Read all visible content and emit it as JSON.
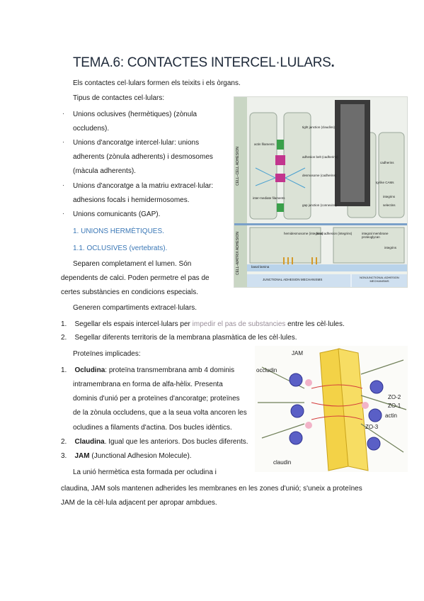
{
  "title": "TEMA.6: CONTACTES INTERCEL·LULARS",
  "title_dot": ".",
  "intro": "Els contactes cel·lulars formen els teixits i els òrgans.",
  "types_heading": "Tipus de contactes cel·lulars:",
  "types": [
    {
      "line1": "Unions oclusives (hermètiques)  (zònula",
      "line2": "occludens)."
    },
    {
      "line1": "Unions d'ancoratge intercel·lular:  unions",
      "line2": "adherents  (zònula adherents)  i desmosomes",
      "line3": "(màcula adherents)."
    },
    {
      "line1": "Unions d'ancoratge a la matriu extracel·lular:",
      "line2": "adhesions focals i hemidermosomes."
    },
    {
      "line1": "Unions comunicants (GAP)."
    }
  ],
  "section1": "1.  UNIONS HERMÈTIQUES.",
  "section1_1": "1.1.  OCLUSIVES (vertebrats).",
  "para1": [
    "Separen  completament  el lumen.  Són",
    "dependents  de  calci. Poden permetre  el pas de",
    "certes substàncies  en condicions especials."
  ],
  "para2": "Generen  compartiments  extracel·lulars.",
  "numbered1": [
    {
      "num": "1.",
      "pre": "Segellar els espais intercel·lulars per ",
      "grey": "impedir el pas de substancies",
      "post": " entre les cèl·lules."
    },
    {
      "num": "2.",
      "pre": "Segellar diferents territoris de la membrana  plasmàtica de les cèl·lules.",
      "grey": "",
      "post": ""
    }
  ],
  "proteins_heading": "Proteïnes  implicades:",
  "proteins": [
    {
      "num": "1.",
      "name": "Ocludina",
      "text": ": proteïna transmembrana  amb 4 dominis",
      "cont": [
        "intramembrana  en forma de alfa-hèlix. Presenta",
        "dominis  d'unió  per a proteïnes d'ancoratge; proteïnes",
        "de la zònula occludens,  que  a la seua volta ancoren les",
        "ocludines  a filaments  d'actina. Dos bucles  idèntics."
      ]
    },
    {
      "num": "2.",
      "name": "Claudina",
      "text": ". Igual que les anteriors.  Dos bucles diferents.",
      "cont": []
    },
    {
      "num": "3.",
      "name": "JAM",
      "text": " (Junctional  Adhesion Molecule).",
      "cont": []
    }
  ],
  "closing": [
    "La unió  hermètica esta formada per ocludina i",
    "claudina, JAM  sols mantenen  adherides les membranes  en les zones d'unió; s'uneix  a proteïnes",
    "JAM de la cèl·lula adjacent per apropar ambdues."
  ],
  "figure1": {
    "left_labels": [
      "CELL–CELL ADHESION",
      "CELL–MATRIX ADHESION"
    ],
    "labels": [
      "tight junction (claudins)",
      "actin filaments",
      "adhesion belt (cadherins)",
      "desmosome (cadherins)",
      "inter-mediate filaments",
      "gap junction (connexins)",
      "cadherins",
      "Ig-like CAMs",
      "integrins",
      "selectins",
      "hemidesmosome (integrins)",
      "focal adhesion (integrins)",
      "integral membrane proteoglycan",
      "integrins",
      "basal lamina"
    ],
    "footer_left": "JUNCTIONAL ADHESION MECHANISMS",
    "footer_right": "NONJUNCTIONAL ADHESION MECHANISMS"
  },
  "figure2": {
    "labels": [
      "JAM",
      "occludin",
      "ZO-2",
      "ZO-1",
      "actin",
      "ZO-3",
      "claudin"
    ]
  },
  "colors": {
    "blue": "#3a77b6",
    "grey_link": "#9a8f9a"
  }
}
